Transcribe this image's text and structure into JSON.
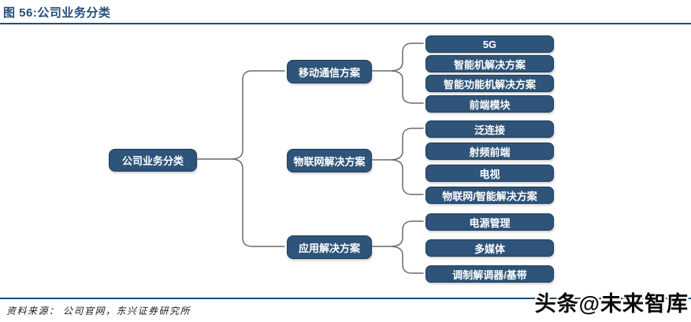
{
  "title": "图 56:公司业务分类",
  "diagram": {
    "root": "公司业务分类",
    "branches": [
      {
        "label": "移动通信方案",
        "children": [
          "5G",
          "智能机解决方案",
          "智能功能机解决方案",
          "前端模块"
        ]
      },
      {
        "label": "物联网解决方案",
        "children": [
          "泛连接",
          "射频前端",
          "电视",
          "物联网/智能解决方案"
        ]
      },
      {
        "label": "应用解决方案",
        "children": [
          "电源管理",
          "多媒体",
          "调制解调器/基带"
        ]
      }
    ]
  },
  "footer": {
    "source": "资料来源： 公司官网，东兴证券研究所"
  },
  "watermark": "头条@未来智库",
  "colors": {
    "node_fill": "#2E5479",
    "node_border": "#1F3D5C",
    "navy_accent": "#1F4E79",
    "connector_gray": "#6A6A6A"
  }
}
